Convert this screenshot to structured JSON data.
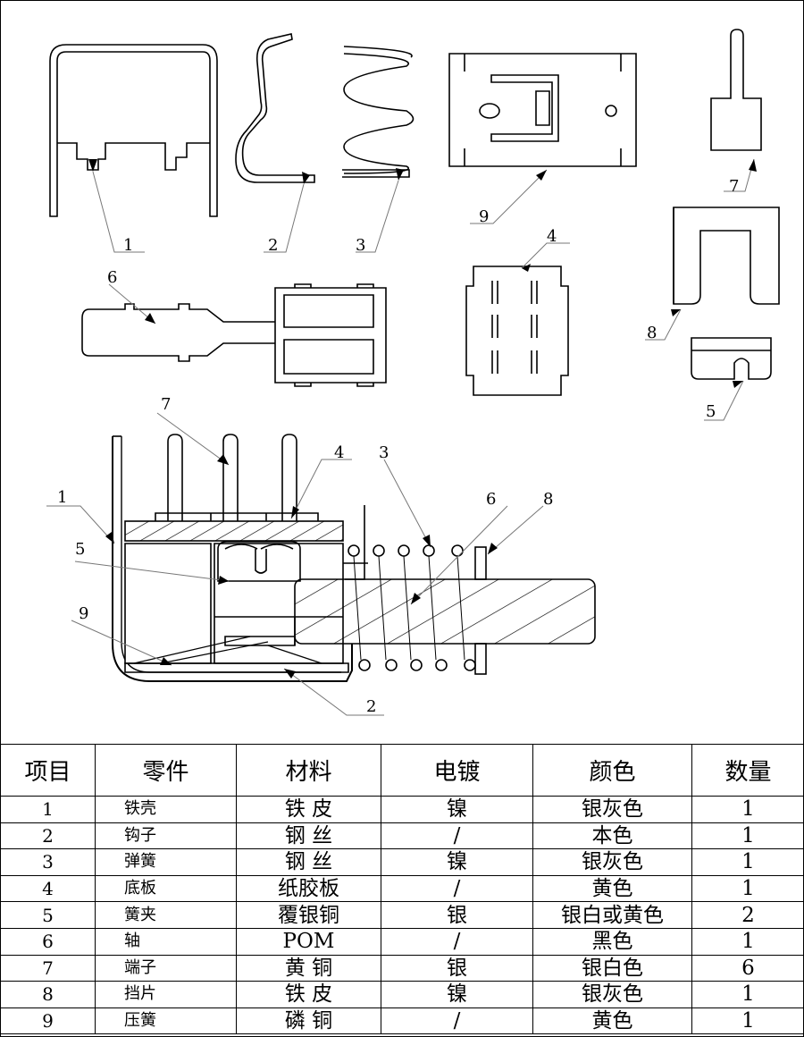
{
  "callouts": {
    "exploded": [
      "1",
      "2",
      "3",
      "9",
      "7",
      "6",
      "4",
      "8",
      "5"
    ],
    "assembly": [
      "7",
      "4",
      "3",
      "6",
      "8",
      "1",
      "5",
      "9",
      "2"
    ]
  },
  "table": {
    "headers": [
      "项目",
      "零件",
      "材料",
      "电镀",
      "颜色",
      "数量"
    ],
    "rows": [
      [
        "1",
        "铁壳",
        "铁 皮",
        "镍",
        "银灰色",
        "1"
      ],
      [
        "2",
        "钩子",
        "钢 丝",
        "/",
        "本色",
        "1"
      ],
      [
        "3",
        "弹簧",
        "钢 丝",
        "镍",
        "银灰色",
        "1"
      ],
      [
        "4",
        "底板",
        "纸胶板",
        "/",
        "黄色",
        "1"
      ],
      [
        "5",
        "簧夹",
        "覆银铜",
        "银",
        "银白或黄色",
        "2"
      ],
      [
        "6",
        "轴",
        "POM",
        "/",
        "黑色",
        "1"
      ],
      [
        "7",
        "端子",
        "黄 铜",
        "银",
        "银白色",
        "6"
      ],
      [
        "8",
        "挡片",
        "铁 皮",
        "镍",
        "银灰色",
        "1"
      ],
      [
        "9",
        "压簧",
        "磷 铜",
        "/",
        "黄色",
        "1"
      ]
    ]
  }
}
